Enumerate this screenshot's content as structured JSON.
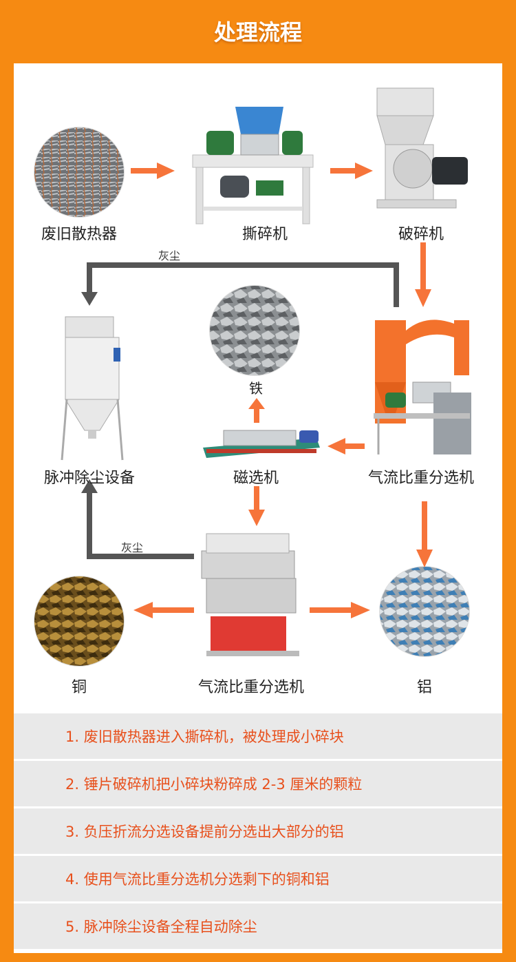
{
  "header": {
    "title": "处理流程"
  },
  "nodes": {
    "radiator": "废旧散热器",
    "shredder": "撕碎机",
    "crusher": "破碎机",
    "dust_collector": "脉冲除尘设备",
    "magnetic_separator": "磁选机",
    "air_separator_top": "气流比重分选机",
    "iron": "铁",
    "air_separator_bottom": "气流比重分选机",
    "copper": "铜",
    "aluminum": "铝"
  },
  "dust_labels": {
    "top": "灰尘",
    "bottom": "灰尘"
  },
  "steps": [
    "1.  废旧散热器进入撕碎机，被处理成小碎块",
    "2. 锤片破碎机把小碎块粉碎成 2-3 厘米的颗粒",
    "3. 负压折流分选设备提前分选出大部分的铝",
    "4. 使用气流比重分选机分选剩下的铜和铝",
    "5. 脉冲除尘设备全程自动除尘"
  ],
  "colors": {
    "background": "#f68a12",
    "arrow": "#f6743a",
    "dust_line": "#555555",
    "step_text": "#e8501c",
    "step_row": "#e9e9e9"
  },
  "icons": [
    "radiator-scrap-image",
    "shredder-machine-image",
    "crusher-machine-image",
    "dust-collector-image",
    "magnetic-separator-image",
    "air-separator-image",
    "iron-pieces-image",
    "copper-pieces-image",
    "aluminum-pieces-image",
    "air-separator-bottom-image"
  ]
}
